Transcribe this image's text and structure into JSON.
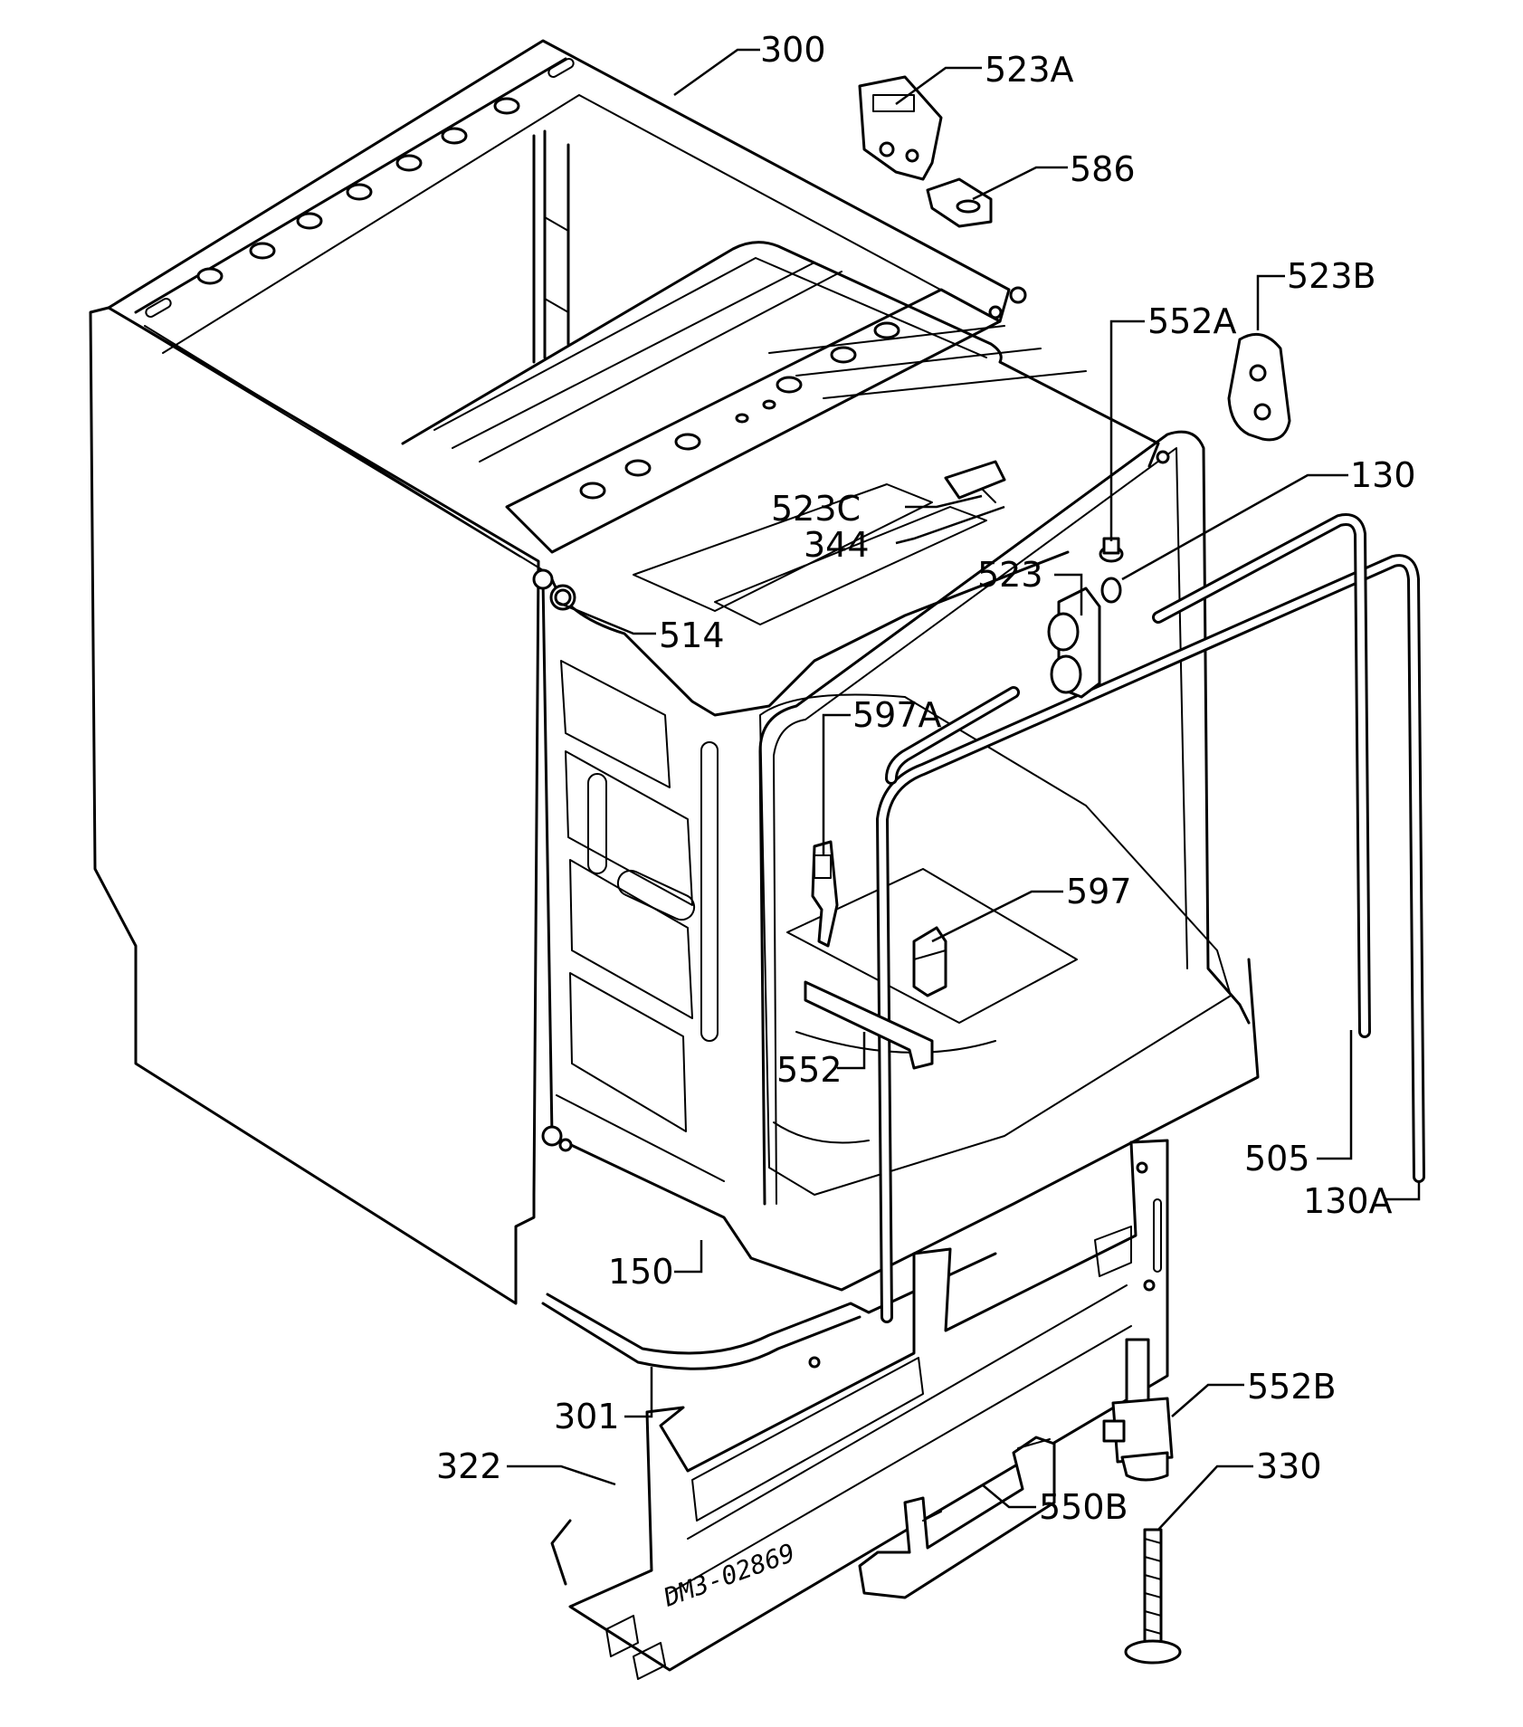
{
  "labels": {
    "l300": "300",
    "l523A": "523A",
    "l586": "586",
    "l523B": "523B",
    "l552A": "552A",
    "l130": "130",
    "l523C": "523C",
    "l344": "344",
    "l523": "523",
    "l514": "514",
    "l597A": "597A",
    "l597": "597",
    "l552": "552",
    "l505": "505",
    "l130A": "130A",
    "l150": "150",
    "l552B": "552B",
    "l301": "301",
    "l330": "330",
    "l322": "322",
    "l550B": "550B"
  },
  "drawing_code": "DM3-02869"
}
